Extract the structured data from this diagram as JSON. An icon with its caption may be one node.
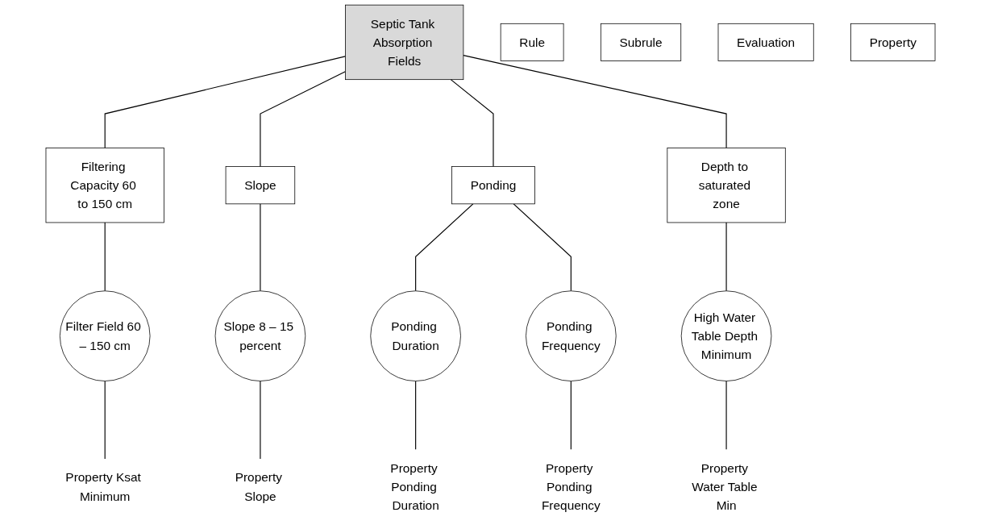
{
  "diagram": {
    "nodes": [
      {
        "text": [
          "Rule"
        ]
      },
      {
        "text": [
          "Septic Tank Absorption Fields"
        ]
      },
      {
        "text": [
          "Subrule"
        ]
      },
      {
        "text": [
          "Filtering Capacity 60 to 150 cm"
        ]
      },
      {
        "text": [
          "Slope"
        ]
      },
      {
        "text": [
          "Ponding"
        ]
      },
      {
        "text": [
          "Depth to saturated zone"
        ]
      },
      {
        "text": [
          "Evaluation"
        ]
      },
      {
        "text": [
          "Filter Field 60 – 150 cm"
        ]
      },
      {
        "text": [
          "Slope 8 – 15 percent"
        ]
      },
      {
        "text": [
          "Ponding Duration"
        ]
      },
      {
        "text": [
          "Ponding Frequency"
        ]
      },
      {
        "text": [
          "High Water Table Depth Minimum"
        ]
      },
      {
        "text": [
          "Property"
        ]
      },
      {
        "text": [
          "Property Ksat Minimum"
        ]
      },
      {
        "text": [
          "Property Slope"
        ]
      },
      {
        "text": [
          "Property Ponding Duration"
        ]
      },
      {
        "text": [
          "Property Ponding Frequency"
        ]
      },
      {
        "text": [
          "Property Water Table Min"
        ]
      }
    ],
    "edges": [
      {
        "from": 1,
        "to": 3,
        "arrow": "none"
      },
      {
        "from": 1,
        "to": 4,
        "arrow": "none"
      },
      {
        "from": 1,
        "to": 5,
        "arrow": "none"
      },
      {
        "from": 1,
        "to": 6,
        "arrow": "none"
      },
      {
        "from": 3,
        "to": 8,
        "arrow": "none"
      },
      {
        "from": 4,
        "to": 9,
        "arrow": "none"
      },
      {
        "from": 5,
        "to": 10,
        "arrow": "none"
      },
      {
        "from": 5,
        "to": 11,
        "arrow": "none"
      },
      {
        "from": 6,
        "to": 12,
        "arrow": "none"
      },
      {
        "from": 8,
        "to": 14,
        "arrow": "none"
      },
      {
        "from": 9,
        "to": 15,
        "arrow": "none"
      },
      {
        "from": 10,
        "to": 16,
        "arrow": "none"
      },
      {
        "from": 11,
        "to": 17,
        "arrow": "none"
      },
      {
        "from": 12,
        "to": 18,
        "arrow": "none"
      }
    ]
  }
}
